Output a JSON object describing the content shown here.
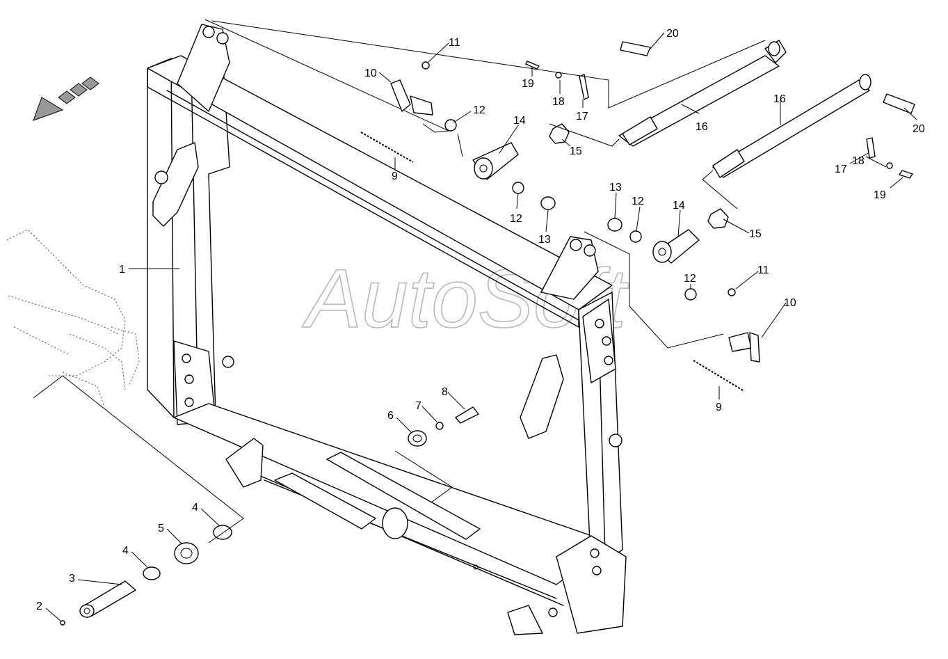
{
  "watermark": "AutoSoft",
  "labels": {
    "l1": "1",
    "l2": "2",
    "l3": "3",
    "l4a": "4",
    "l4b": "4",
    "l5": "5",
    "l6": "6",
    "l7": "7",
    "l8": "8",
    "l9a": "9",
    "l9b": "9",
    "l10a": "10",
    "l10b": "10",
    "l11a": "11",
    "l11b": "11",
    "l12a": "12",
    "l12b": "12",
    "l12c": "12",
    "l12d": "12",
    "l13a": "13",
    "l13b": "13",
    "l14a": "14",
    "l14b": "14",
    "l15a": "15",
    "l15b": "15",
    "l16a": "16",
    "l16b": "16",
    "l17a": "17",
    "l17b": "17",
    "l18a": "18",
    "l18b": "18",
    "l19a": "19",
    "l19b": "19",
    "l20a": "20",
    "l20b": "20"
  }
}
